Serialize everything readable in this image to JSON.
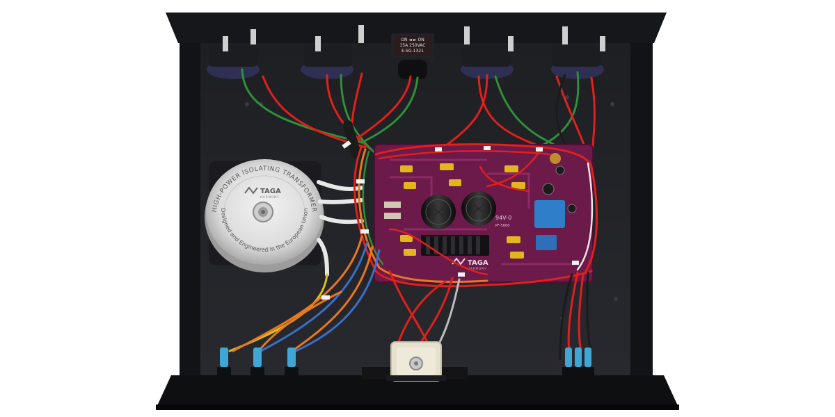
{
  "photo": {
    "subject": "",
    "colors": {
      "background": "#ffffff",
      "chassis": "#1a1b1f",
      "chassis_floor": "#232428",
      "pcb": "#6b1a4a",
      "wire_red": "#e0201c",
      "wire_orange": "#e8781f",
      "wire_green": "#2f8f3a",
      "wire_blue": "#3a6fc9",
      "wire_yellow": "#d8c21a",
      "wire_white": "#e8e8e8",
      "connector_blue": "#3fa7d6",
      "capacitor": "#1b1b1b",
      "relay_blue": "#2f7fc8",
      "transformer": "#d8d8d8"
    }
  },
  "transformer": {
    "brand": "TAGA",
    "brand_sub": "HARMONY",
    "ring_top": "HIGH-POWER ISOLATING TRANSFORMER",
    "ring_bottom": "Designed and Engineered in the European Union"
  },
  "fuse_holder": {
    "line1": "ON ◄  ► ON",
    "line2": "15A 250VAC",
    "line3": "E-SG-1321"
  },
  "pcb": {
    "brand": "TAGA",
    "brand_sub": "HARMONY",
    "marking": "94V-0",
    "small_label": "PF-5000"
  }
}
